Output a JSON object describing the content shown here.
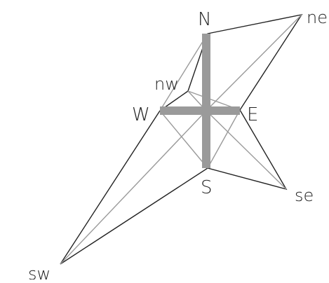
{
  "diagram": {
    "labels": {
      "n": "N",
      "e": "E",
      "s": "S",
      "w": "W",
      "ne": "ne",
      "nw": "nw",
      "se": "se",
      "sw": "sw"
    },
    "colors": {
      "background": "#ffffff",
      "outline": "#222222",
      "inner_lines": "#9a9a9a",
      "cross_arms": "#9a9a9a",
      "labels": "#222222"
    }
  }
}
